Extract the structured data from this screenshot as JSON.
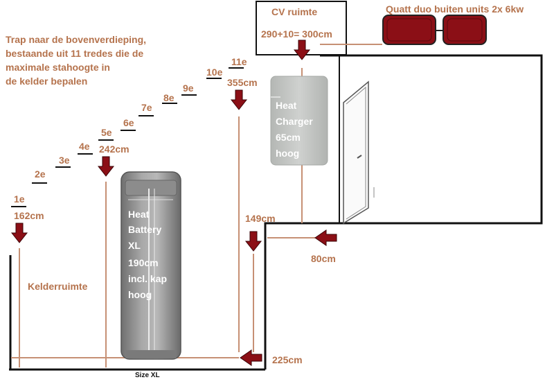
{
  "description_lines": [
    "Trap naar de bovenverdieping,",
    "bestaande uit 11 tredes die de",
    "maximale stahoogte in",
    "de kelder bepalen"
  ],
  "steps": [
    "1e",
    "2e",
    "3e",
    "4e",
    "5e",
    "6e",
    "7e",
    "8e",
    "9e",
    "10e",
    "11e"
  ],
  "heights": {
    "h1": "162cm",
    "h5": "242cm",
    "h11": "355cm",
    "h149": "149cm",
    "h80": "80cm",
    "h225": "225cm"
  },
  "cv_room": {
    "title": "CV ruimte",
    "formula": "290+10= 300cm"
  },
  "outdoor_units": {
    "label": "Quatt duo buiten units 2x 6kw"
  },
  "heat_charger": {
    "lines": [
      "Heat",
      "Charger",
      "65cm",
      "hoog"
    ]
  },
  "heat_battery": {
    "lines": [
      "Heat",
      "Battery",
      "XL",
      "190cm",
      "incl. kap",
      "hoog"
    ],
    "size_label": "Size XL"
  },
  "cellar_label": "Kelderruimte",
  "colors": {
    "text": "#b5734d",
    "arrow": "#8b0f16",
    "line": "#c69074",
    "unit_fill": "#8b0f16"
  }
}
